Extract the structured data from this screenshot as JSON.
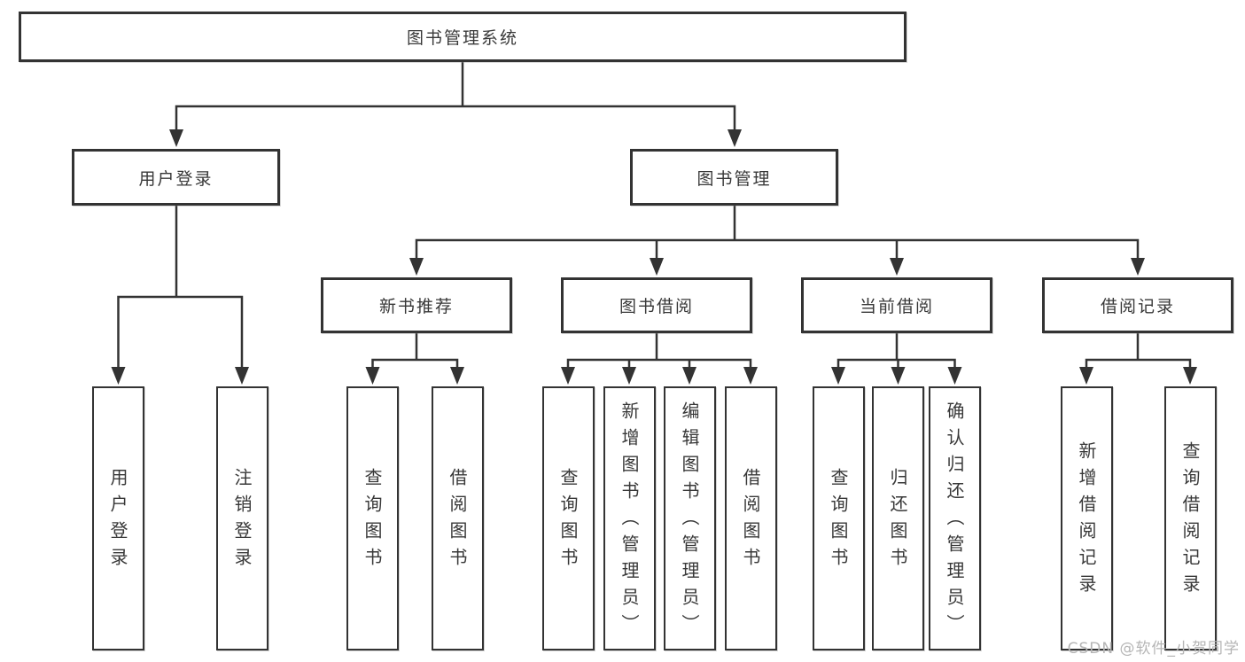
{
  "diagram": {
    "kind": "tree-structure-chart",
    "nodes": {
      "root": {
        "label": "图书管理系统"
      },
      "l2": [
        {
          "label": "用户登录"
        },
        {
          "label": "图书管理"
        }
      ],
      "l3": [
        {
          "label": "新书推荐"
        },
        {
          "label": "图书借阅"
        },
        {
          "label": "当前借阅"
        },
        {
          "label": "借阅记录"
        }
      ],
      "leaves": [
        {
          "label": "用户登录"
        },
        {
          "label": "注销登录"
        },
        {
          "label": "查询图书"
        },
        {
          "label": "借阅图书"
        },
        {
          "label": "查询图书"
        },
        {
          "label": "新增图书（管理员）"
        },
        {
          "label": "编辑图书（管理员）"
        },
        {
          "label": "借阅图书"
        },
        {
          "label": "查询图书"
        },
        {
          "label": "归还图书"
        },
        {
          "label": "确认归还（管理员）"
        },
        {
          "label": "新增借阅记录"
        },
        {
          "label": "查询借阅记录"
        }
      ]
    },
    "colors": {
      "line": "#333333",
      "border": "#333333",
      "text": "#383838",
      "background": "#ffffff",
      "watermark": "#b5b5b5"
    }
  },
  "watermark": {
    "text": "CSDN @软件_小贺同学"
  }
}
